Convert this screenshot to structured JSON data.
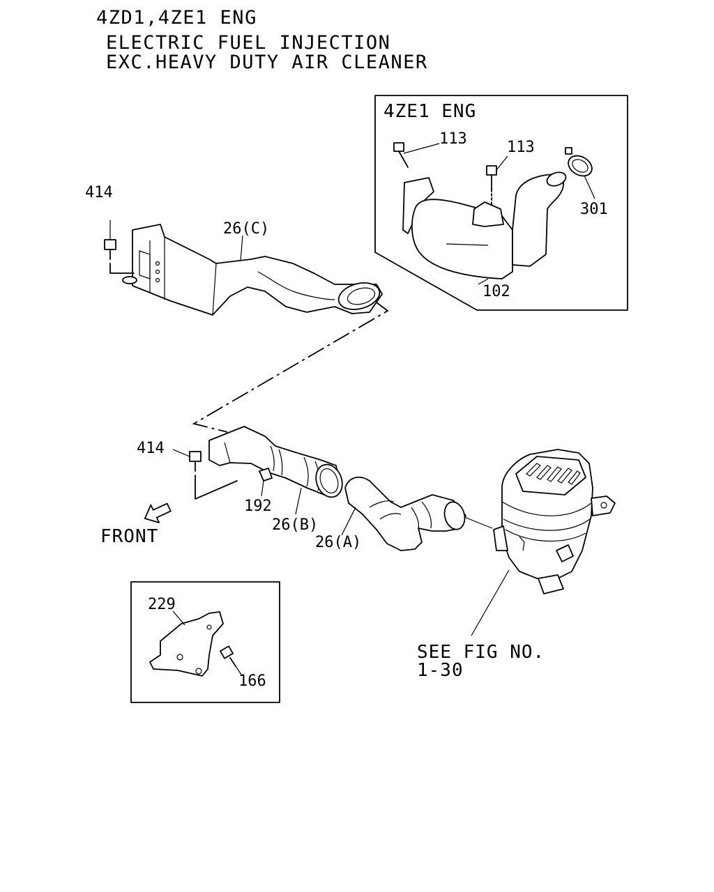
{
  "header": {
    "line1": "4ZD1,4ZE1 ENG",
    "line2": "ELECTRIC FUEL INJECTION",
    "line3": "EXC.HEAVY DUTY AIR CLEANER"
  },
  "inset_top": {
    "title": "4ZE1 ENG",
    "callouts": [
      "113",
      "113",
      "301",
      "102"
    ]
  },
  "main": {
    "callouts": [
      "414",
      "26(C)",
      "414",
      "192",
      "26(B)",
      "26(A)"
    ],
    "front_label": "FRONT",
    "see_fig_line1": "SEE FIG NO.",
    "see_fig_line2": "1-30"
  },
  "inset_bottom": {
    "callouts": [
      "229",
      "166"
    ]
  }
}
